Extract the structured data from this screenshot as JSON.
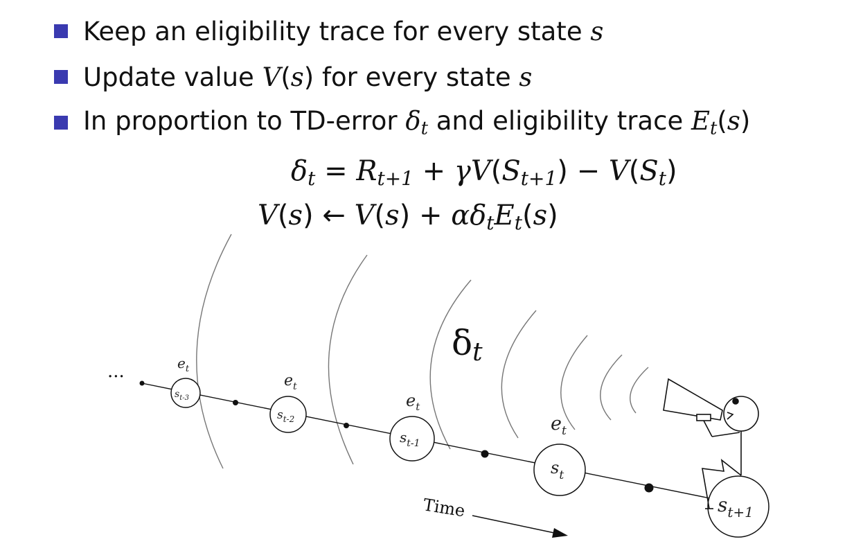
{
  "bullets": [
    {
      "text": "Keep an eligibility trace for every state ",
      "var": "s"
    },
    {
      "pre": "Update value ",
      "fn": "V",
      "arg": "s",
      "post": " for every state ",
      "var": "s"
    },
    {
      "pre": "In proportion to TD-error ",
      "delta": "δ",
      "sub": "t",
      "mid": " and eligibility trace ",
      "e": "E",
      "esub": "t",
      "arg": "s"
    }
  ],
  "equations": {
    "td_error": "δt = Rt+1 + γV(St+1) − V(St)",
    "update": "V(s) ← V(s) + αδt Et(s)"
  },
  "diagram": {
    "ellipsis": "···",
    "trace_label": "e",
    "trace_sub": "t",
    "delta_label": "δ",
    "delta_sub": "t",
    "time_label": "Time",
    "states": [
      {
        "name": "s",
        "sub": "t-3"
      },
      {
        "name": "s",
        "sub": "t-2"
      },
      {
        "name": "s",
        "sub": "t-1"
      },
      {
        "name": "s",
        "sub": "t"
      },
      {
        "name": "s",
        "sub": "t+1"
      }
    ]
  }
}
